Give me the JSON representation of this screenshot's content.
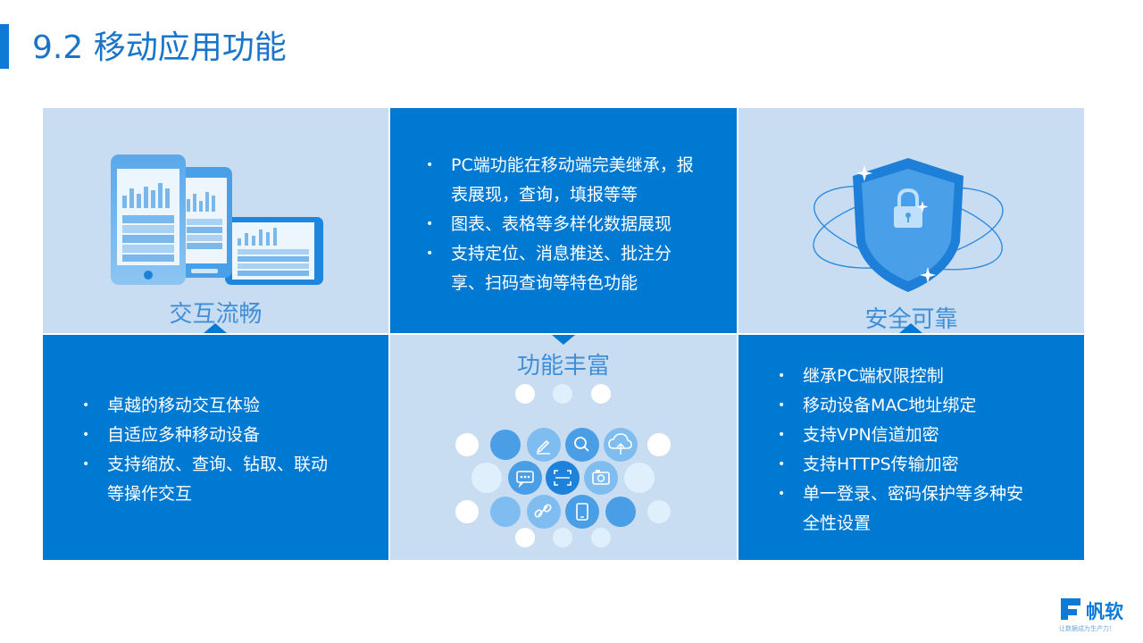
{
  "page": {
    "title": "9.2 移动应用功能"
  },
  "cells": {
    "interaction": {
      "label": "交互流畅",
      "bullets": [
        "卓越的移动交互体验",
        "自适应多种移动设备",
        "支持缩放、查询、钻取、联动等操作交互"
      ]
    },
    "features": {
      "label": "功能丰富",
      "bullets": [
        "PC端功能在移动端完美继承，报表展现，查询，填报等等",
        "图表、表格等多样化数据展现",
        "支持定位、消息推送、批注分享、扫码查询等特色功能"
      ]
    },
    "security": {
      "label": "安全可靠",
      "bullets": [
        "继承PC端权限控制",
        "移动设备MAC地址绑定",
        "支持VPN信道加密",
        "支持HTTPS传输加密",
        "单一登录、密码保护等多种安全性设置"
      ]
    }
  },
  "icons": {
    "interaction": "mobile-devices-illustration",
    "features": [
      "pencil-icon",
      "search-icon",
      "cloud-upload-icon",
      "chat-icon",
      "scan-icon",
      "camera-icon",
      "link-icon",
      "phone-icon"
    ],
    "security": "shield-lock-icon"
  },
  "logo": {
    "name": "帆软",
    "tagline": "让数据成为生产力！"
  },
  "colors": {
    "primary": "#0079d3",
    "light": "#c9ddf2",
    "title": "#1a74c9"
  }
}
